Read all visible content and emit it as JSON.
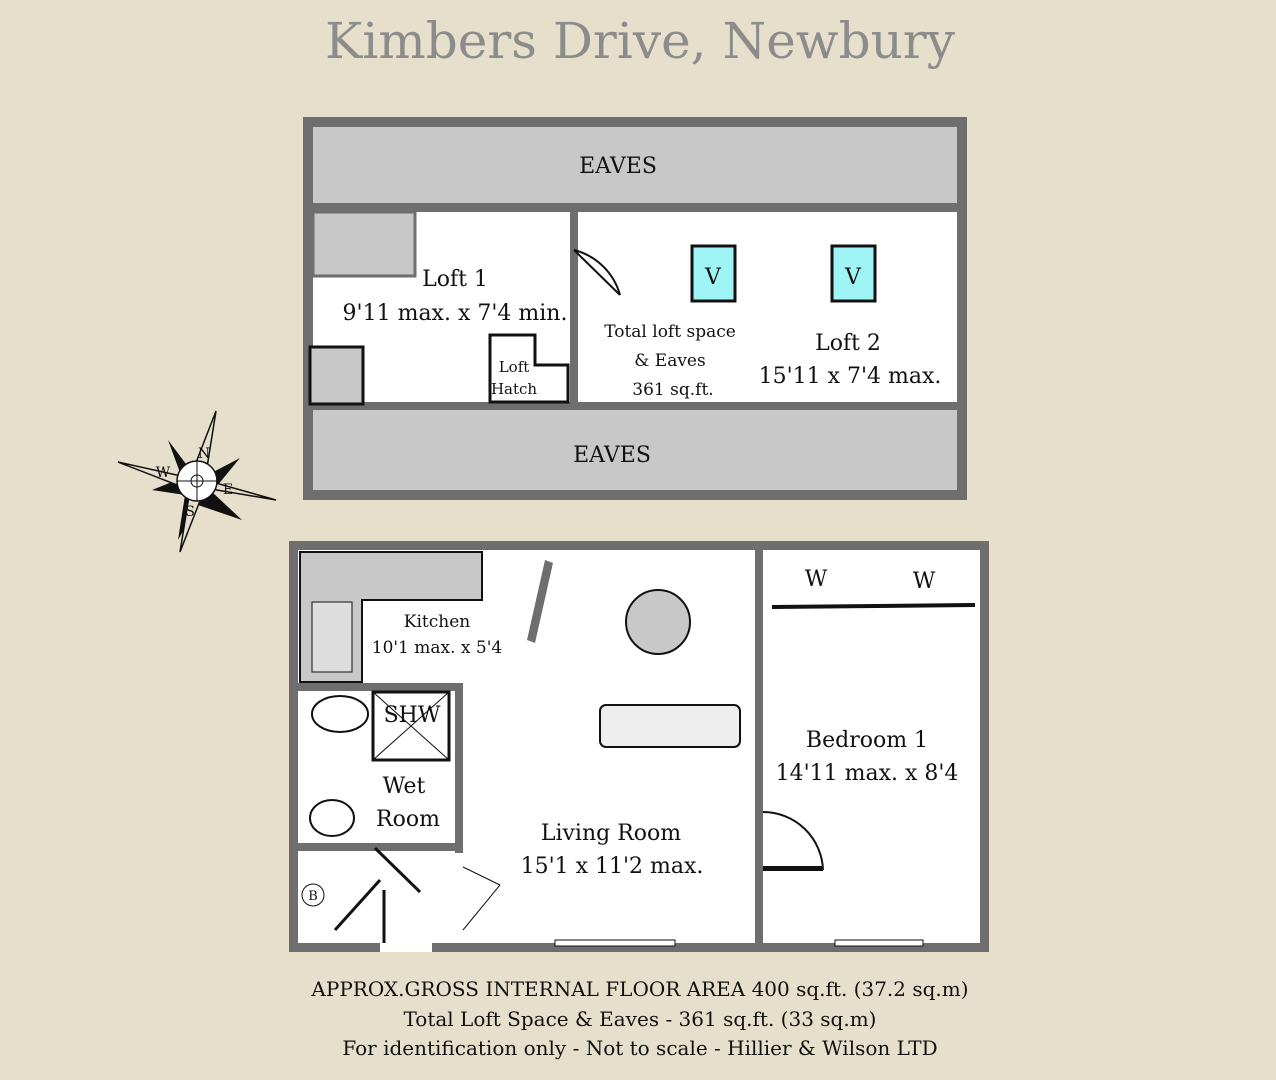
{
  "title": "Kimbers Drive, Newbury",
  "loft_floor": {
    "eaves_top": "EAVES",
    "eaves_bottom": "EAVES",
    "loft1": {
      "name": "Loft 1",
      "dims": "9'11 max. x 7'4 min."
    },
    "loft_hatch": [
      "Loft",
      "Hatch"
    ],
    "total": [
      "Total loft space",
      "& Eaves",
      "361 sq.ft."
    ],
    "velux": [
      "V",
      "V"
    ],
    "loft2": {
      "name": "Loft 2",
      "dims": "15'11 x 7'4 max."
    }
  },
  "compass": {
    "n": "N",
    "e": "E",
    "s": "S",
    "w": "W"
  },
  "ground_floor": {
    "kitchen": {
      "name": "Kitchen",
      "dims": "10'1 max. x 5'4"
    },
    "shower": "SHW",
    "wet_room": [
      "Wet",
      "Room"
    ],
    "boiler": "B",
    "living": {
      "name": "Living Room",
      "dims": "15'1 x 11'2 max."
    },
    "bedroom": {
      "name": "Bedroom 1",
      "dims": "14'11 max. x 8'4"
    },
    "wardrobes": [
      "W",
      "W"
    ]
  },
  "footer": [
    "APPROX.GROSS INTERNAL FLOOR AREA 400 sq.ft. (37.2 sq.m)",
    "Total Loft Space & Eaves - 361 sq.ft. (33 sq.m)",
    "For identification only - Not to scale - Hillier & Wilson LTD"
  ],
  "colors": {
    "background": "#e6dfcc",
    "wall": "#6e6e6e",
    "eaves": "#c8c8c8",
    "velux": "#9ff5f5"
  }
}
